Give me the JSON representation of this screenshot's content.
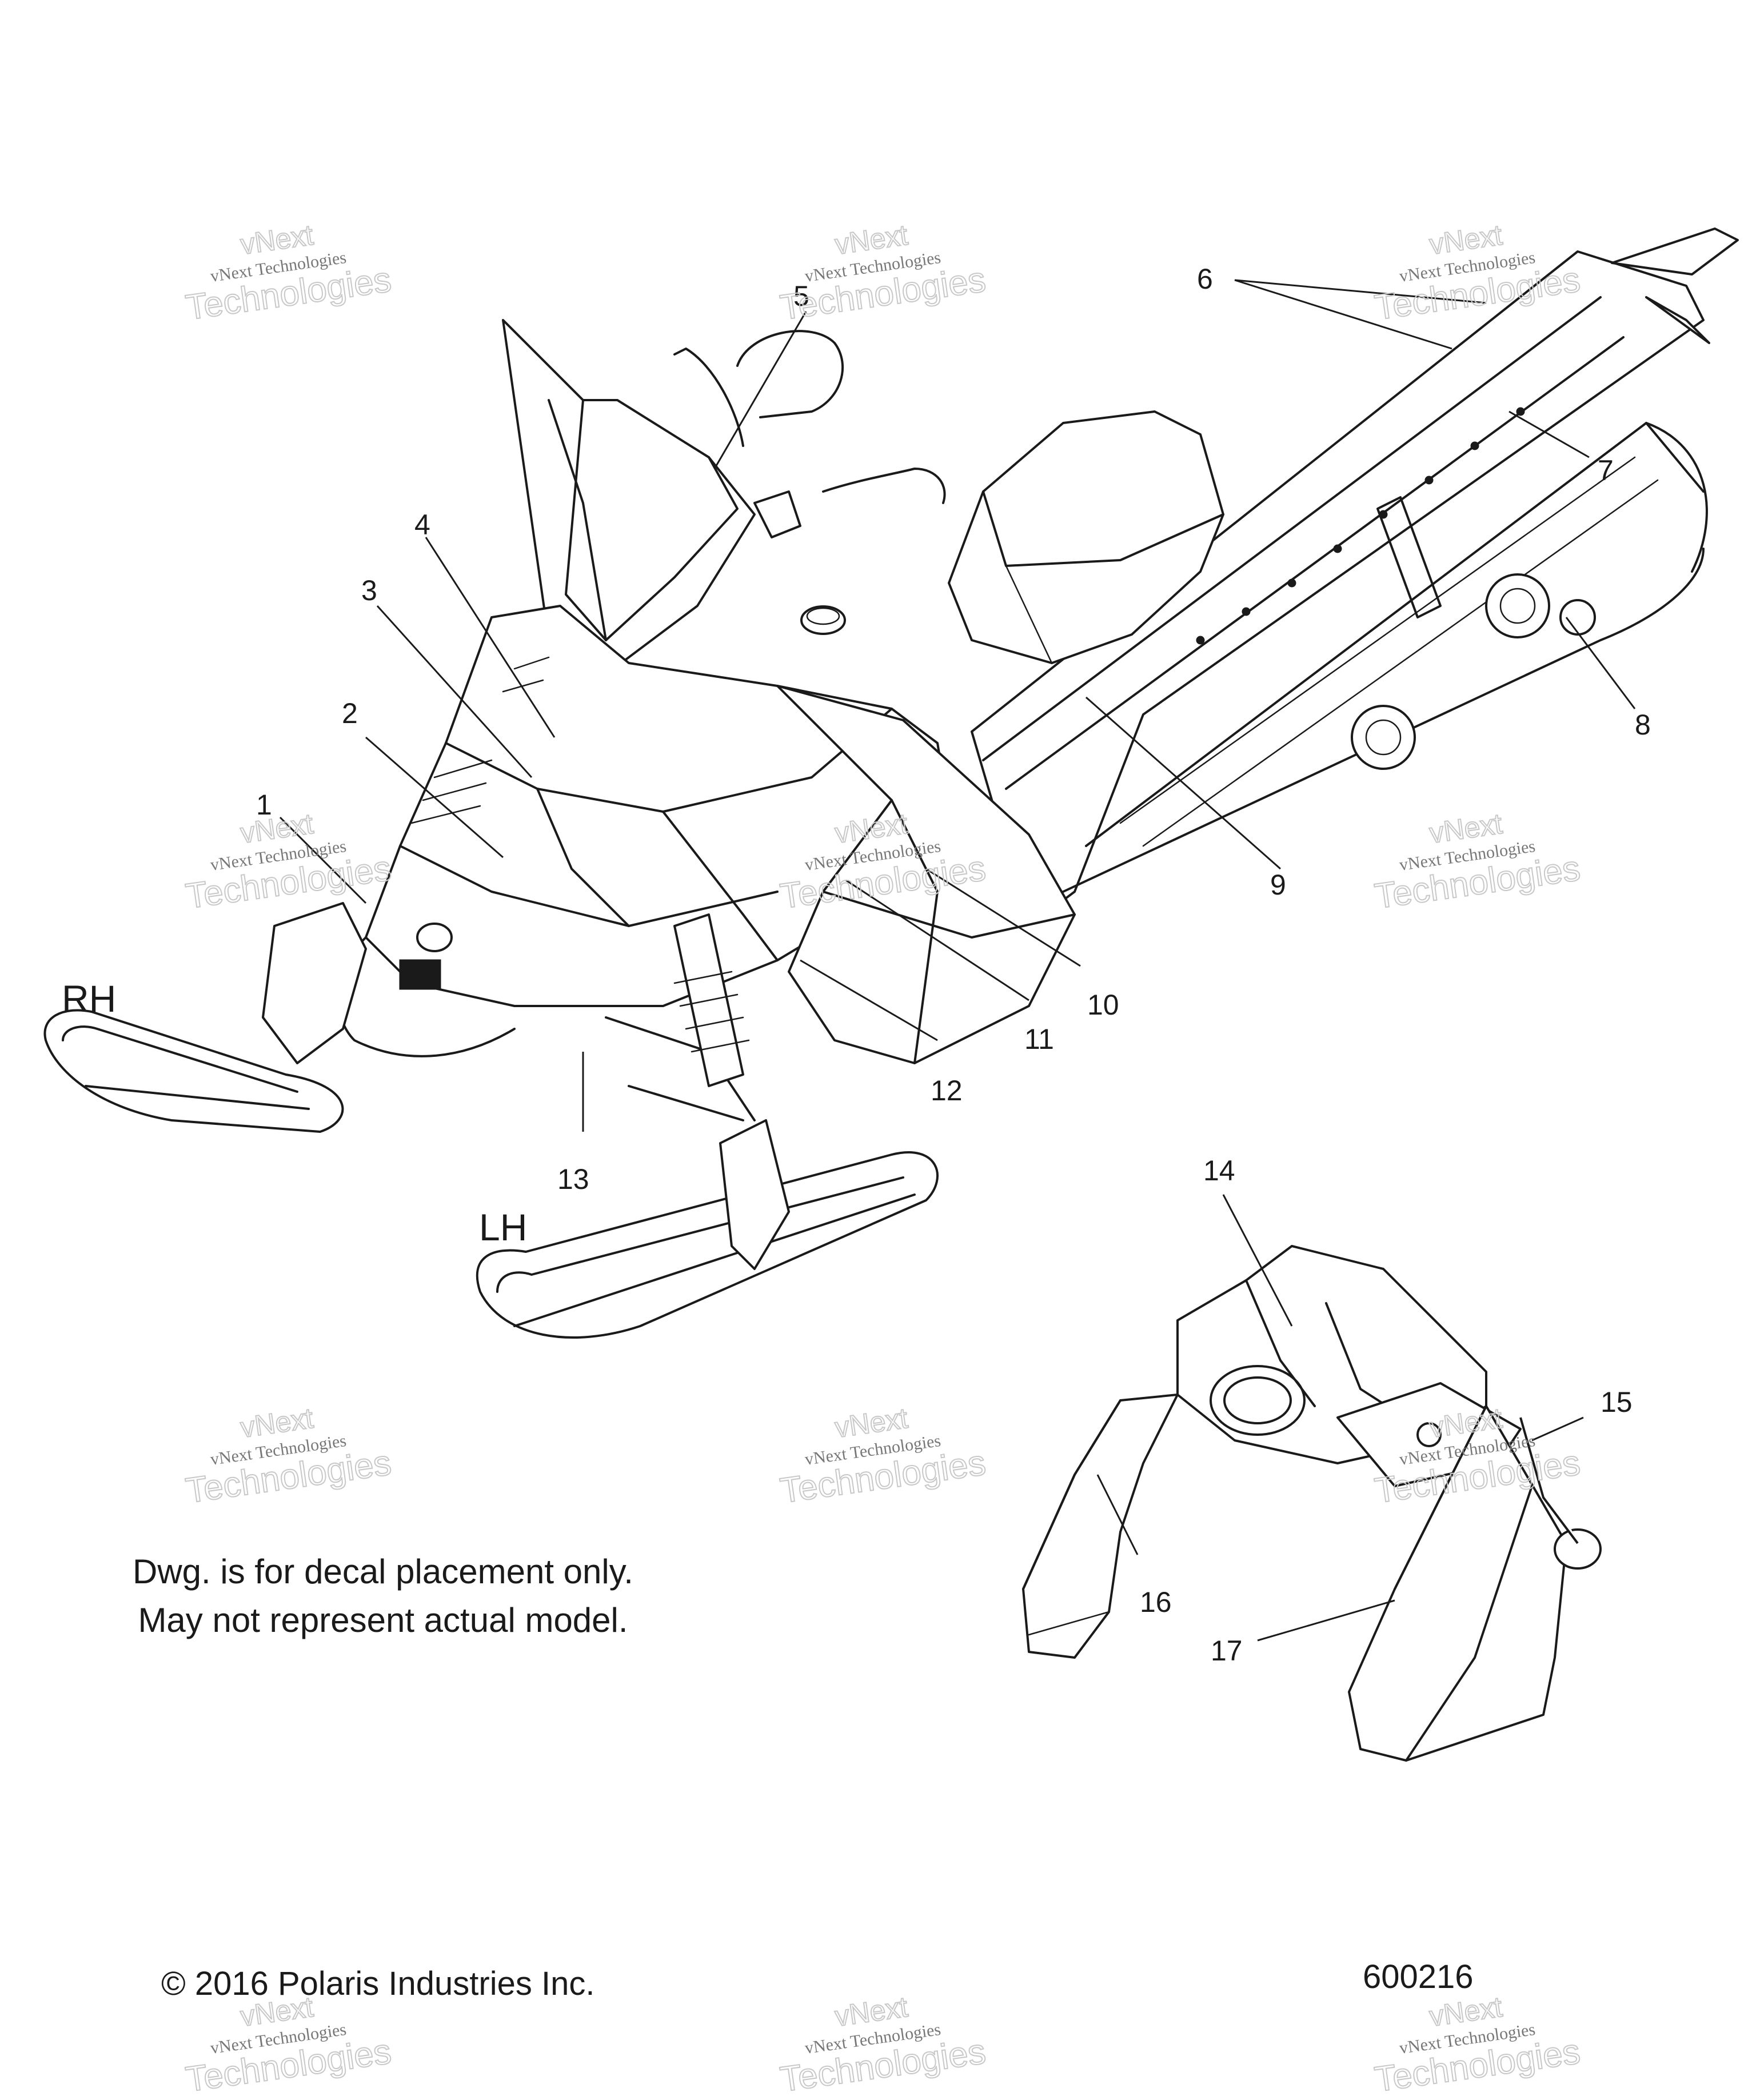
{
  "callouts": [
    "1",
    "2",
    "3",
    "4",
    "5",
    "6",
    "7",
    "8",
    "9",
    "10",
    "11",
    "12",
    "13",
    "14",
    "15",
    "16",
    "17"
  ],
  "side_labels": {
    "right": "RH",
    "left": "LH"
  },
  "note": {
    "line1": "Dwg. is for decal placement only.",
    "line2": "May not represent actual model."
  },
  "footer": {
    "copyright": "© 2016 Polaris Industries Inc.",
    "drawing_number": "600216"
  },
  "watermark": {
    "top": "vNext",
    "middle": "vNext Technologies",
    "bottom": "Technologies"
  }
}
